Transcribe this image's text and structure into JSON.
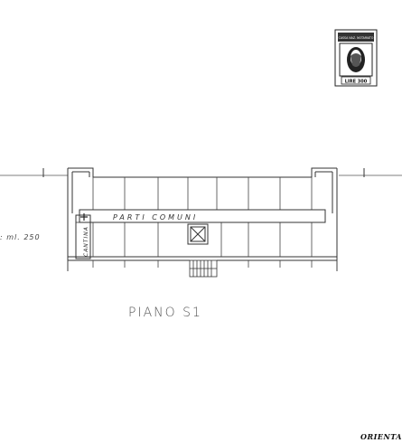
{
  "plan": {
    "common_parts_label": "PARTI   COMUNI",
    "cellar_label": "CANTINA",
    "scale_label": ": ml. 250",
    "floor_label": "PIANO S1",
    "orientation_label": "ORIENTA"
  },
  "stamp": {
    "header": "CASSA NAZ. NOTARIATO",
    "value": "LIRE 300"
  },
  "colors": {
    "line": "#333333",
    "paper": "#ffffff"
  }
}
